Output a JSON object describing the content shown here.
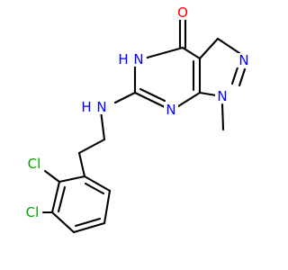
{
  "molecule": {
    "atoms": {
      "O": "O",
      "NH_lactam": "N",
      "H_lactam": "H",
      "NH_amine": "N",
      "H_amine": "H",
      "N_ring_right": "N",
      "N_pyrazole_upper": "N",
      "N_pyrazole_lower": "N",
      "Cl_upper": "Cl",
      "Cl_lower": "Cl"
    }
  },
  "colors": {
    "bond": "#000000",
    "nitrogen": "#0000ff",
    "oxygen": "#ff0000",
    "chlorine": "#00a000",
    "carbon": "#000000"
  }
}
